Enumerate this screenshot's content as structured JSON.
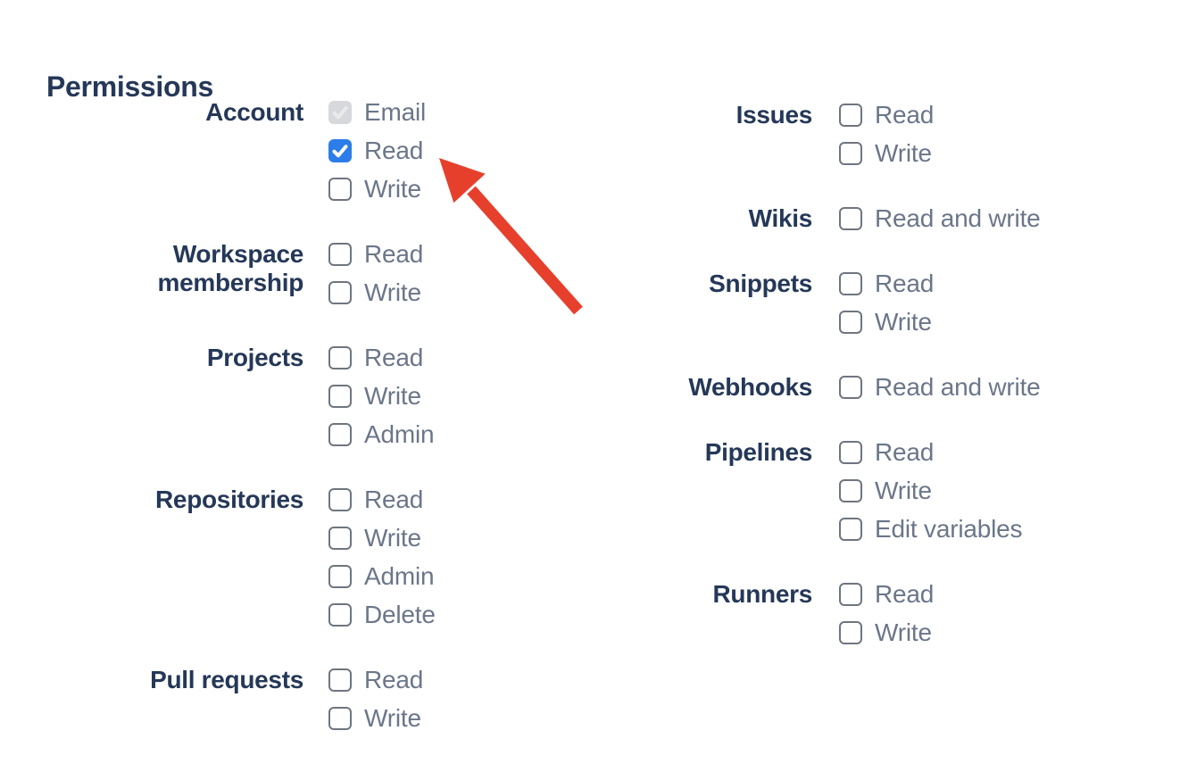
{
  "title": "Permissions",
  "columns": [
    {
      "name": "left",
      "groups": [
        {
          "label": "Account",
          "options": [
            {
              "label": "Email",
              "checked": true,
              "disabled": true
            },
            {
              "label": "Read",
              "checked": true,
              "disabled": false
            },
            {
              "label": "Write",
              "checked": false,
              "disabled": false
            }
          ]
        },
        {
          "label": "Workspace membership",
          "options": [
            {
              "label": "Read",
              "checked": false,
              "disabled": false
            },
            {
              "label": "Write",
              "checked": false,
              "disabled": false
            }
          ]
        },
        {
          "label": "Projects",
          "options": [
            {
              "label": "Read",
              "checked": false,
              "disabled": false
            },
            {
              "label": "Write",
              "checked": false,
              "disabled": false
            },
            {
              "label": "Admin",
              "checked": false,
              "disabled": false
            }
          ]
        },
        {
          "label": "Repositories",
          "options": [
            {
              "label": "Read",
              "checked": false,
              "disabled": false
            },
            {
              "label": "Write",
              "checked": false,
              "disabled": false
            },
            {
              "label": "Admin",
              "checked": false,
              "disabled": false
            },
            {
              "label": "Delete",
              "checked": false,
              "disabled": false
            }
          ]
        },
        {
          "label": "Pull requests",
          "options": [
            {
              "label": "Read",
              "checked": false,
              "disabled": false
            },
            {
              "label": "Write",
              "checked": false,
              "disabled": false
            }
          ]
        }
      ]
    },
    {
      "name": "right",
      "groups": [
        {
          "label": "Issues",
          "options": [
            {
              "label": "Read",
              "checked": false,
              "disabled": false
            },
            {
              "label": "Write",
              "checked": false,
              "disabled": false
            }
          ]
        },
        {
          "label": "Wikis",
          "options": [
            {
              "label": "Read and write",
              "checked": false,
              "disabled": false
            }
          ]
        },
        {
          "label": "Snippets",
          "options": [
            {
              "label": "Read",
              "checked": false,
              "disabled": false
            },
            {
              "label": "Write",
              "checked": false,
              "disabled": false
            }
          ]
        },
        {
          "label": "Webhooks",
          "options": [
            {
              "label": "Read and write",
              "checked": false,
              "disabled": false
            }
          ]
        },
        {
          "label": "Pipelines",
          "options": [
            {
              "label": "Read",
              "checked": false,
              "disabled": false
            },
            {
              "label": "Write",
              "checked": false,
              "disabled": false
            },
            {
              "label": "Edit variables",
              "checked": false,
              "disabled": false
            }
          ]
        },
        {
          "label": "Runners",
          "options": [
            {
              "label": "Read",
              "checked": false,
              "disabled": false
            },
            {
              "label": "Write",
              "checked": false,
              "disabled": false
            }
          ]
        }
      ]
    }
  ],
  "annotation": {
    "type": "arrow",
    "color": "#E6402D",
    "points_to": "account-read-checkbox"
  },
  "colors": {
    "heading": "#253858",
    "group_label": "#253858",
    "option_label": "#6B7689",
    "checkbox_border": "#6E757F",
    "checkbox_checked_bg": "#2B7DE9",
    "checkbox_check": "#FFFFFF",
    "checkbox_disabled_bg": "#D6D8DC",
    "checkbox_disabled_check": "#E9EAEC",
    "page_bg": "#FFFFFF"
  }
}
